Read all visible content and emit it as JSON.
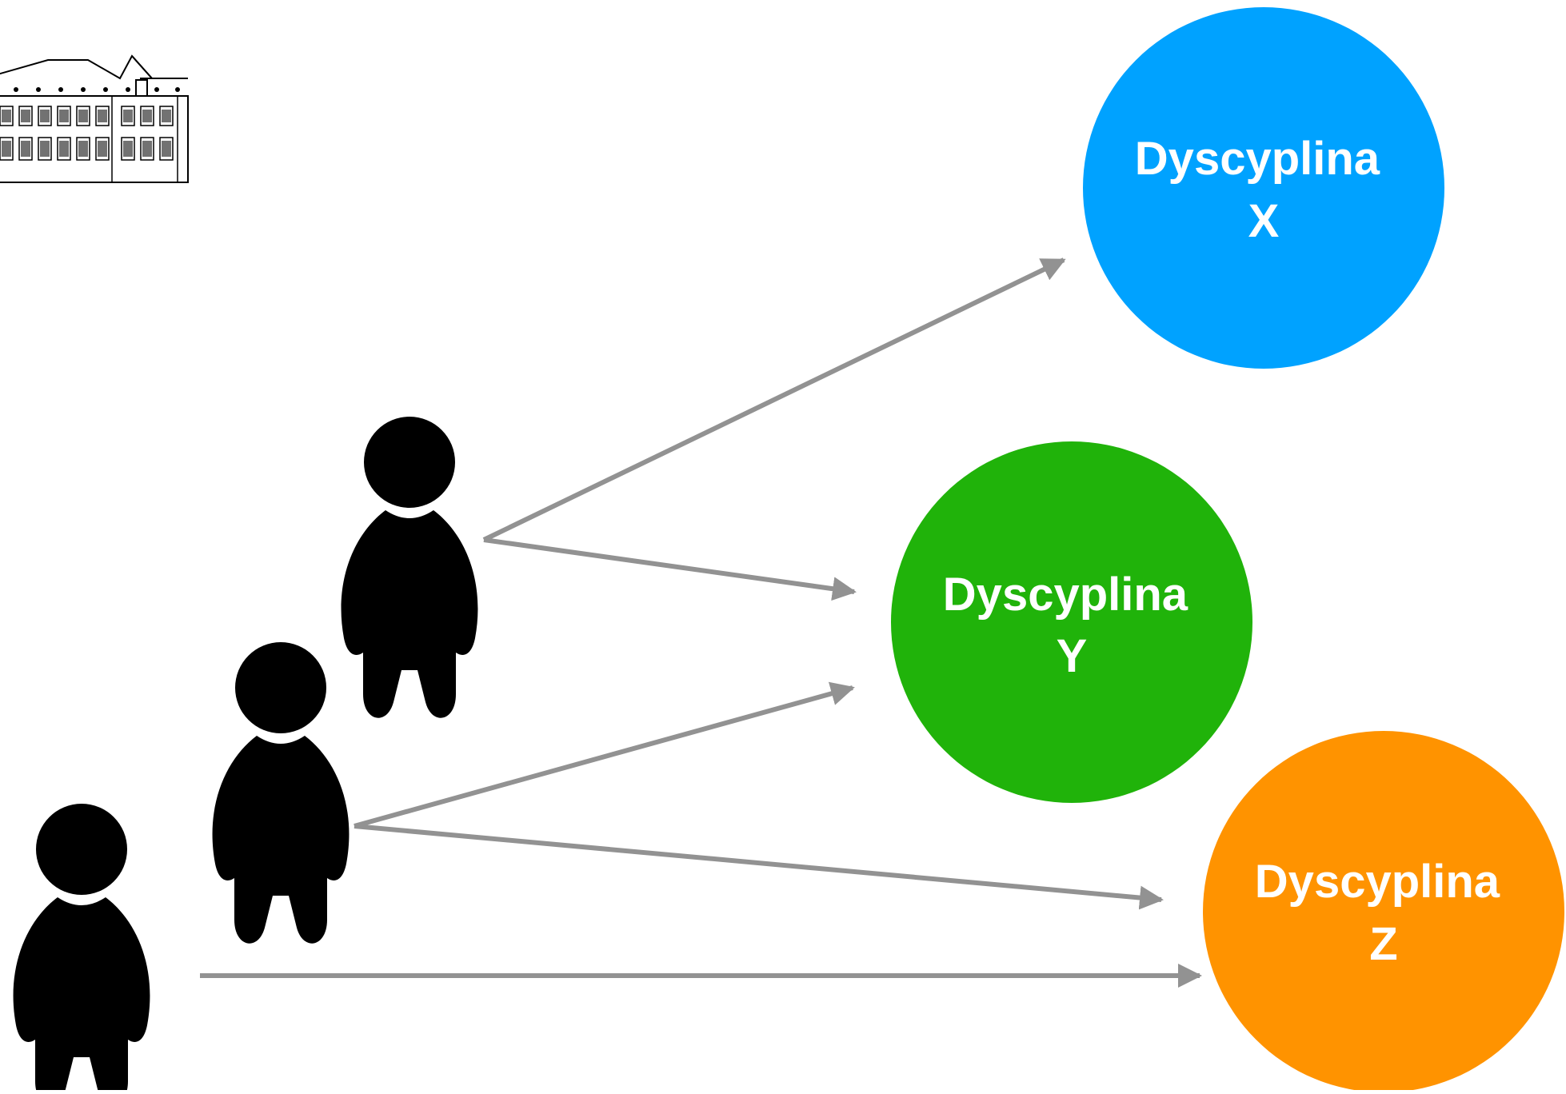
{
  "nodes": [
    {
      "id": "X",
      "line1": "Dyscyplina",
      "line2": "X",
      "color": "#00a2ff"
    },
    {
      "id": "Y",
      "line1": "Dyscyplina",
      "line2": "Y",
      "color": "#20b30a"
    },
    {
      "id": "Z",
      "line1": "Dyscyplina",
      "line2": "Z",
      "color": "#ff9300"
    }
  ],
  "people_count": 3,
  "arrow_color": "#929292",
  "person_color": "#000000",
  "logo_icon": "university-building-icon",
  "person_icon": "person-icon"
}
